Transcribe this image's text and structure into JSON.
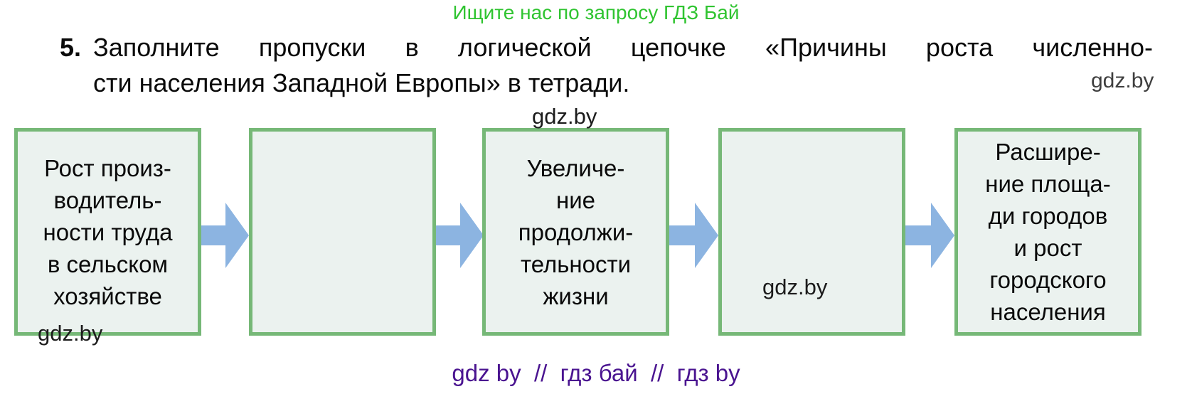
{
  "page": {
    "header_note": "Ищите нас по запросу ГДЗ Бай",
    "footer_note": "gdz by  //  гдз бай  //  гдз by"
  },
  "task": {
    "number": "5.",
    "line1": "Заполните пропуски в логической цепочке «Причины роста численно-",
    "line2": "сти населения Западной Европы» в тетради."
  },
  "watermarks": {
    "header_right": "gdz.by",
    "above_box3": "gdz.by",
    "box1_bottom": "gdz.by",
    "box4_center": "gdz.by"
  },
  "diagram": {
    "title": "Причины роста численности населения Западной Европы",
    "boxes": [
      {
        "text": "Рост произ-\nводитель-\nности труда\nв сельском\nхозяйстве"
      },
      {
        "text": ""
      },
      {
        "text": "Увеличе-\nние\nпродолжи-\nтельности\nжизни"
      },
      {
        "text": ""
      },
      {
        "text": "Расшире-\nние площа-\nди городов\nи рост\nгородского\nнаселения"
      }
    ],
    "arrows": 4
  },
  "colors": {
    "box_fill": "#ebf2ef",
    "box_border": "#76b877",
    "arrow_blue": "#8cb4e1",
    "header_green": "#30c431",
    "footer_purple": "#4a1490",
    "text_black": "#0a0a0a"
  }
}
